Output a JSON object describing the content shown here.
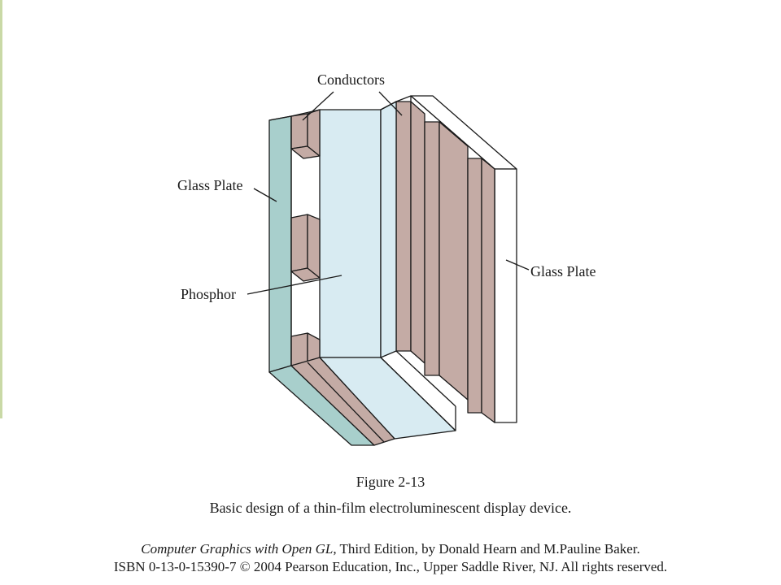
{
  "diagram": {
    "labels": {
      "conductors": "Conductors",
      "glass_plate_left": "Glass Plate",
      "glass_plate_right": "Glass Plate",
      "phosphor": "Phosphor"
    },
    "colors": {
      "glass": "#a8cfcc",
      "phosphor": "#d8ebf2",
      "conductor": "#c4aba5",
      "outline": "#1a1a1a"
    }
  },
  "caption": {
    "figure_number": "Figure 2-13",
    "title": "Basic design of a thin-film electroluminescent display device."
  },
  "credit": {
    "book_title": "Computer Graphics with Open GL",
    "line1_rest": ", Third Edition, by Donald Hearn and M.Pauline Baker.",
    "line2": "ISBN 0-13-0-15390-7 © 2004 Pearson Education, Inc., Upper Saddle River, NJ. All rights reserved."
  }
}
